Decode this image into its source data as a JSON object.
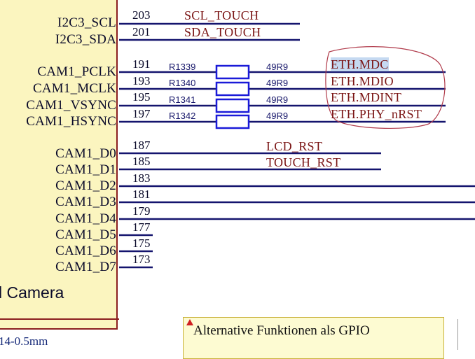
{
  "chip": {
    "title": "l Camera",
    "package": "14-0.5mm",
    "pins": [
      "I2C3_SCL",
      "I2C3_SDA",
      "CAM1_PCLK",
      "CAM1_MCLK",
      "CAM1_VSYNC",
      "CAM1_HSYNC",
      "CAM1_D0",
      "CAM1_D1",
      "CAM1_D2",
      "CAM1_D3",
      "CAM1_D4",
      "CAM1_D5",
      "CAM1_D6",
      "CAM1_D7"
    ]
  },
  "pin_numbers": [
    "203",
    "201",
    "191",
    "193",
    "195",
    "197",
    "187",
    "185",
    "183",
    "181",
    "179",
    "177",
    "175",
    "173"
  ],
  "nets": {
    "scl_touch": "SCL_TOUCH",
    "sda_touch": "SDA_TOUCH",
    "eth_mdc": "ETH.MDC",
    "eth_mdio": "ETH.MDIO",
    "eth_mdint": "ETH.MDINT",
    "eth_phy_nrst": "ETH.PHY_nRST",
    "lcd_rst": "LCD_RST",
    "touch_rst": "TOUCH_RST"
  },
  "resistors": [
    {
      "ref": "R1339",
      "value": "49R9"
    },
    {
      "ref": "R1340",
      "value": "49R9"
    },
    {
      "ref": "R1341",
      "value": "49R9"
    },
    {
      "ref": "R1342",
      "value": "49R9"
    }
  ],
  "note": "Alternative Funktionen als GPIO",
  "colors": {
    "wire": "#14146e",
    "chip_fill": "#fbf5bf",
    "chip_border": "#8b1f1f",
    "net_label": "#7a1414",
    "annotation": "#b03a4a",
    "selection": "#c5d9f1"
  }
}
